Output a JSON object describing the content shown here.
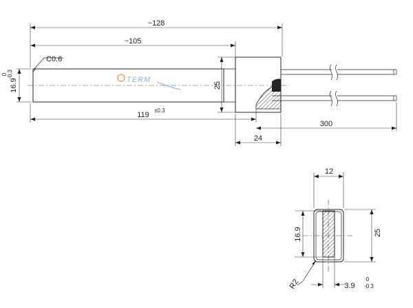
{
  "side_view": {
    "dim_overall": "~128",
    "dim_body": "~105",
    "chamfer": "C0.6",
    "tol_upper": "0",
    "tol_lower": "-0.3",
    "dim_thickness": "16.9",
    "dim_height": "25",
    "dim_length": "119",
    "dim_length_tol": "±0.3",
    "dim_leads": "300",
    "dim_cap": "24"
  },
  "end_view": {
    "dim_width": "12",
    "dim_inner": "16.9",
    "dim_height": "25",
    "radius": "R2",
    "dim_depth": "3.9",
    "tol_upper": "0",
    "tol_lower": "-0.3"
  },
  "logo": {
    "text": "TERM",
    "color": "#7a9bb5"
  }
}
